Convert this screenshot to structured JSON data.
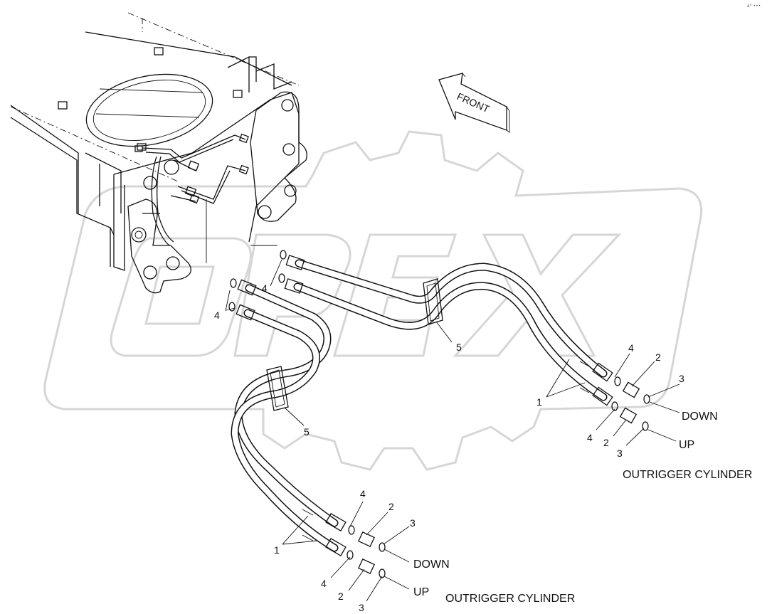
{
  "corner_mark": "a° •••",
  "front_arrow": {
    "label": "FRONT"
  },
  "watermark": {
    "text": "OPEX"
  },
  "callouts": {
    "upper_left_4a": "4",
    "upper_left_4b": "4",
    "right_1": "1",
    "right_5": "5",
    "right_4a": "4",
    "right_2a": "2",
    "right_3a": "3",
    "right_4b": "4",
    "right_2b": "2",
    "right_3b": "3",
    "left_5": "5",
    "bottom_1": "1",
    "bottom_4a": "4",
    "bottom_2a": "2",
    "bottom_3a": "3",
    "bottom_4b": "4",
    "bottom_2b": "2",
    "bottom_3b": "3"
  },
  "port_labels": {
    "right_down": "DOWN",
    "right_up": "UP",
    "bottom_down": "DOWN",
    "bottom_up": "UP"
  },
  "captions": {
    "right_cylinder": "OUTRIGGER CYLINDER",
    "bottom_cylinder": "OUTRIGGER CYLINDER"
  }
}
